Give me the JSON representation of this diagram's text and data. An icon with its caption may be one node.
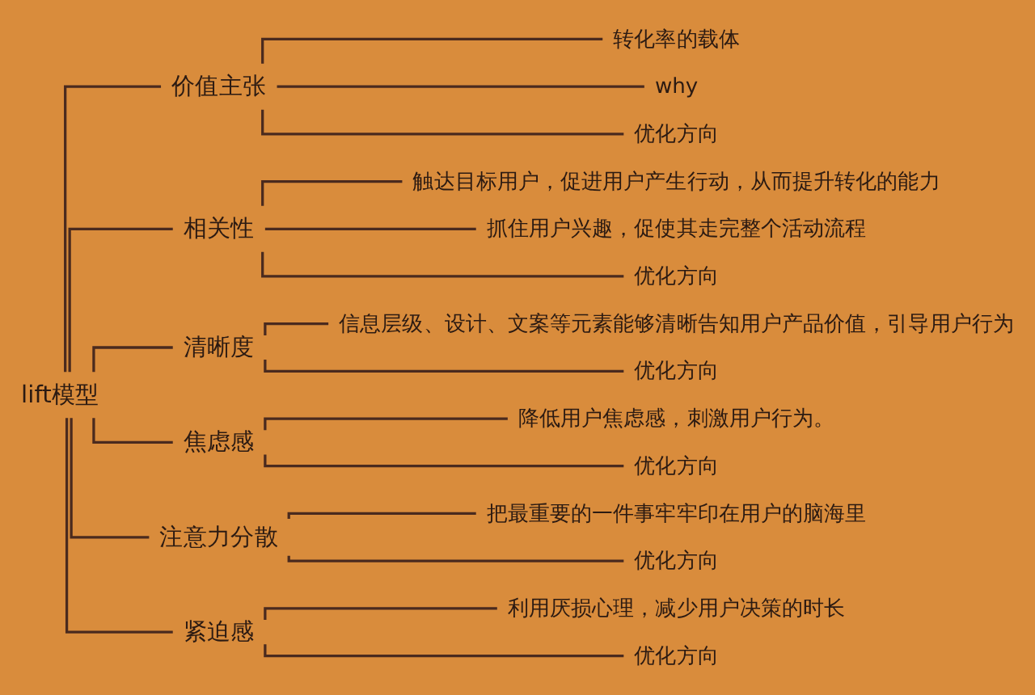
{
  "diagram": {
    "nodes": [
      {
        "text": [
          "lift模型"
        ]
      },
      {
        "text": [
          "价值主张"
        ]
      },
      {
        "text": [
          "转化率的载体"
        ]
      },
      {
        "text": [
          "why"
        ]
      },
      {
        "text": [
          "优化方向"
        ]
      },
      {
        "text": [
          "相关性"
        ]
      },
      {
        "text": [
          "触达目标用户，促进用户产生行动，从而提升转化的能力"
        ]
      },
      {
        "text": [
          "抓住用户兴趣，促使其走完整个活动流程"
        ]
      },
      {
        "text": [
          "优化方向"
        ]
      },
      {
        "text": [
          "清晰度"
        ]
      },
      {
        "text": [
          "信息层级、设计、文案等元素能够清晰告知用户产品价值，引导用户行为"
        ]
      },
      {
        "text": [
          "优化方向"
        ]
      },
      {
        "text": [
          "焦虑感"
        ]
      },
      {
        "text": [
          "降低用户焦虑感，刺激用户行为。"
        ]
      },
      {
        "text": [
          "优化方向"
        ]
      },
      {
        "text": [
          "注意力分散"
        ]
      },
      {
        "text": [
          "把最重要的一件事牢牢印在用户的脑海里"
        ]
      },
      {
        "text": [
          "优化方向"
        ]
      },
      {
        "text": [
          "紧迫感"
        ]
      },
      {
        "text": [
          "利用厌损心理，减少用户决策的时长"
        ]
      },
      {
        "text": [
          "优化方向"
        ]
      }
    ],
    "edges": [
      {
        "from": 0,
        "to": 1,
        "arrow": "none"
      },
      {
        "from": 1,
        "to": 2,
        "arrow": "none"
      },
      {
        "from": 1,
        "to": 3,
        "arrow": "none"
      },
      {
        "from": 1,
        "to": 4,
        "arrow": "none"
      },
      {
        "from": 0,
        "to": 5,
        "arrow": "none"
      },
      {
        "from": 5,
        "to": 6,
        "arrow": "none"
      },
      {
        "from": 5,
        "to": 7,
        "arrow": "none"
      },
      {
        "from": 5,
        "to": 8,
        "arrow": "none"
      },
      {
        "from": 0,
        "to": 9,
        "arrow": "none"
      },
      {
        "from": 9,
        "to": 10,
        "arrow": "none"
      },
      {
        "from": 9,
        "to": 11,
        "arrow": "none"
      },
      {
        "from": 0,
        "to": 12,
        "arrow": "none"
      },
      {
        "from": 12,
        "to": 13,
        "arrow": "none"
      },
      {
        "from": 12,
        "to": 14,
        "arrow": "none"
      },
      {
        "from": 0,
        "to": 15,
        "arrow": "none"
      },
      {
        "from": 15,
        "to": 16,
        "arrow": "none"
      },
      {
        "from": 15,
        "to": 17,
        "arrow": "none"
      },
      {
        "from": 0,
        "to": 18,
        "arrow": "none"
      },
      {
        "from": 18,
        "to": 19,
        "arrow": "none"
      },
      {
        "from": 18,
        "to": 20,
        "arrow": "none"
      }
    ]
  }
}
